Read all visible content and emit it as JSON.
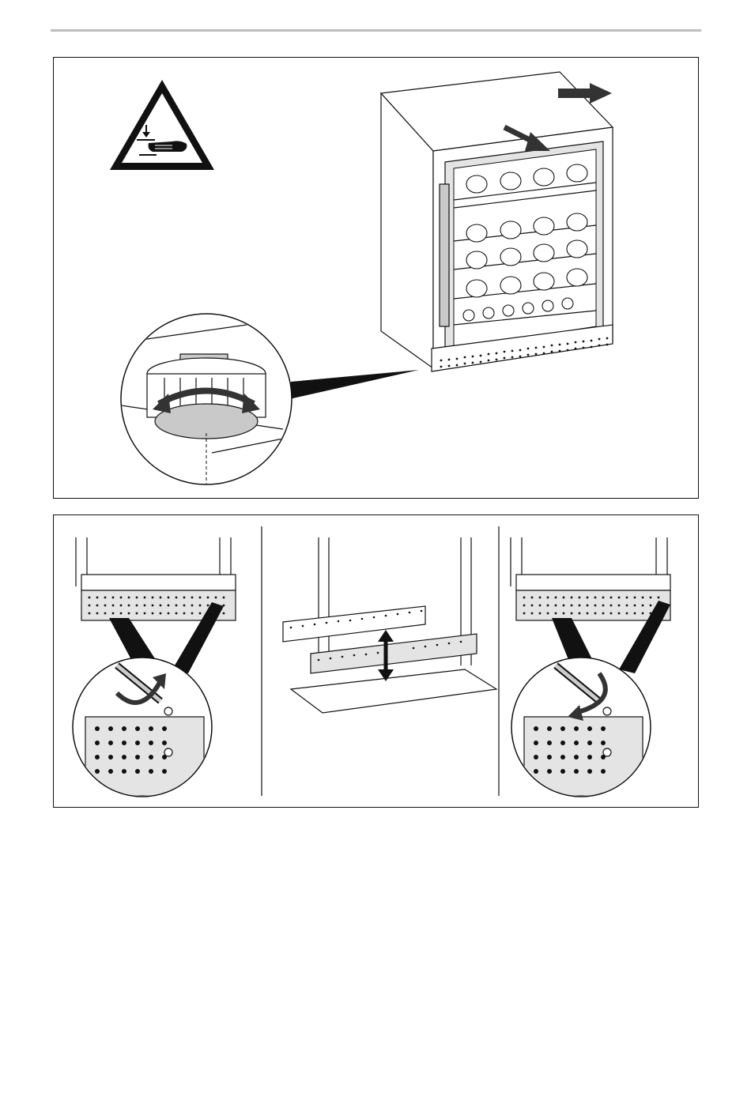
{
  "document": {
    "type": "installation-illustration",
    "figures": [
      {
        "id": "top",
        "content": [
          "warning-triangle-hand-crush",
          "wine-cooler-push-in",
          "adjustable-foot-detail"
        ]
      },
      {
        "id": "bottom",
        "steps": [
          "unscrew-plinth",
          "adjust-plinth-height",
          "screw-plinth"
        ]
      }
    ]
  },
  "colors": {
    "line": "#111111",
    "panel_border": "#111111",
    "header_rule": "#bdbdbd",
    "fill_gray": "#c9c9c9"
  }
}
